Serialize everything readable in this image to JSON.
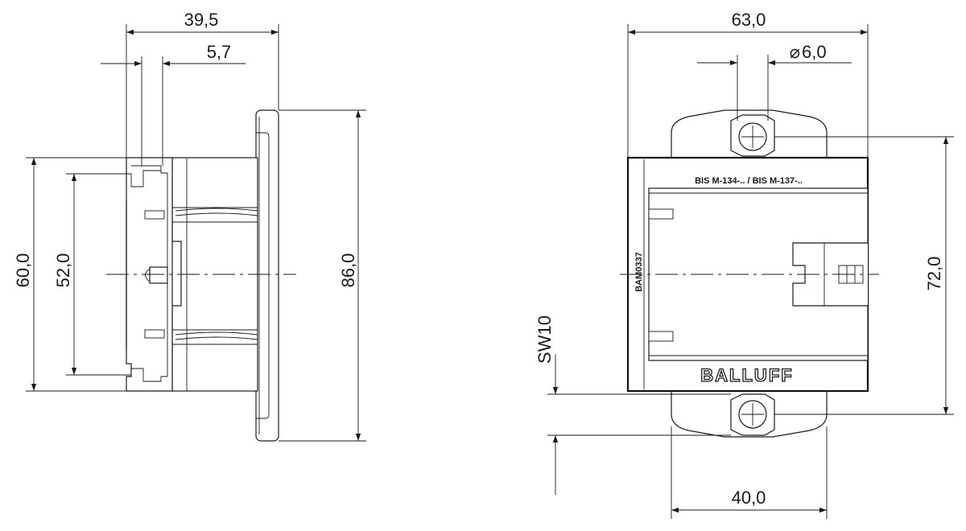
{
  "side_view": {
    "dim_depth_total": "39,5",
    "dim_depth_front": "5,7",
    "dim_height_outer": "60,0",
    "dim_height_inner": "52,0",
    "dim_height_flange": "86,0"
  },
  "front_view": {
    "dim_width": "63,0",
    "dim_hole_diameter": "6,0",
    "diameter_symbol": "⌀",
    "dim_height": "72,0",
    "dim_wrench": "SW10",
    "dim_hole_spacing": "40,0",
    "product_label": "BIS M-134-.. / BIS M-137-..",
    "part_code": "BAM0337",
    "brand": "BALLUFF"
  }
}
